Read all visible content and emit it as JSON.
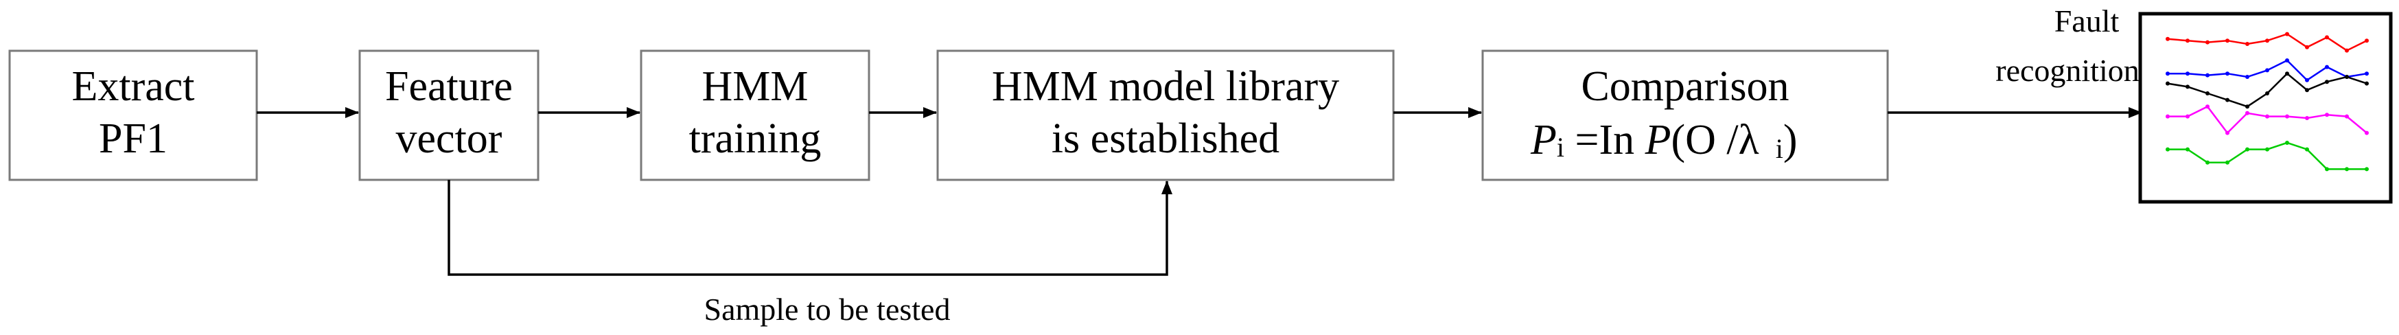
{
  "nodes": {
    "extract": {
      "line1": "Extract",
      "line2": "PF1"
    },
    "feature": {
      "line1": "Feature",
      "line2": "vector"
    },
    "hmm_training": {
      "line1": "HMM",
      "line2": "training"
    },
    "library": {
      "line1": "HMM model library",
      "line2": "is established"
    },
    "comparison": {
      "line1": "Comparison",
      "p": "P",
      "sub_i": "i",
      "eq": " =In ",
      "p2": "P",
      "open": "(O /",
      "lambda": "λ",
      "sub_i2": "i",
      "close": ")"
    }
  },
  "labels": {
    "fault_line1": "Fault",
    "fault_line2": "recognition",
    "sample": "Sample to be tested"
  },
  "thumbnail": {
    "series": [
      {
        "color": "#ff0000",
        "values": [
          0.93,
          0.92,
          0.91,
          0.92,
          0.9,
          0.92,
          0.96,
          0.88,
          0.94,
          0.86,
          0.92
        ]
      },
      {
        "color": "#0000ff",
        "values": [
          0.72,
          0.72,
          0.71,
          0.72,
          0.7,
          0.74,
          0.8,
          0.68,
          0.76,
          0.7,
          0.72
        ]
      },
      {
        "color": "#000000",
        "values": [
          0.66,
          0.64,
          0.6,
          0.56,
          0.52,
          0.6,
          0.72,
          0.62,
          0.67,
          0.7,
          0.66
        ]
      },
      {
        "color": "#ff00ff",
        "values": [
          0.46,
          0.46,
          0.52,
          0.36,
          0.48,
          0.46,
          0.46,
          0.45,
          0.47,
          0.46,
          0.36
        ]
      },
      {
        "color": "#00cc00",
        "values": [
          0.26,
          0.26,
          0.18,
          0.18,
          0.26,
          0.26,
          0.3,
          0.26,
          0.14,
          0.14,
          0.14
        ]
      }
    ]
  }
}
